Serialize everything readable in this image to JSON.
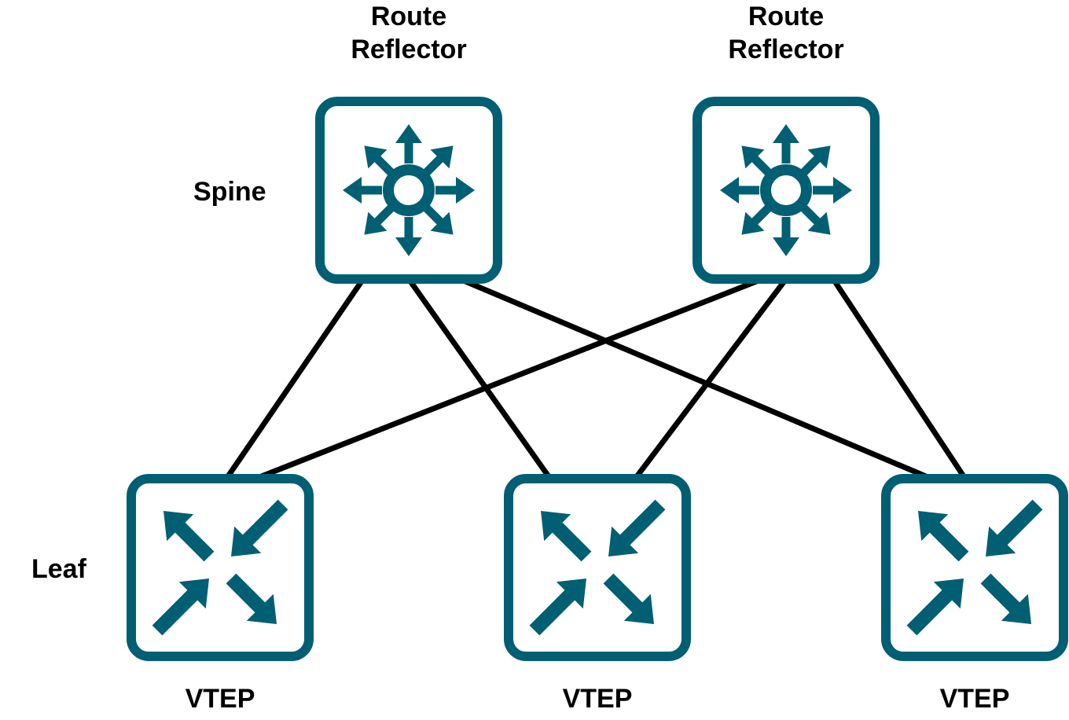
{
  "colors": {
    "device": "#005f73",
    "link": "#000000",
    "device_fill": "#ffffff"
  },
  "labels": {
    "tier_spine": "Spine",
    "tier_leaf": "Leaf"
  },
  "spines": [
    {
      "id": "spine-1",
      "role_line1": "Route",
      "role_line2": "Reflector",
      "icon": "spine-switch-icon"
    },
    {
      "id": "spine-2",
      "role_line1": "Route",
      "role_line2": "Reflector",
      "icon": "spine-switch-icon"
    }
  ],
  "leaves": [
    {
      "id": "leaf-1",
      "label": "VTEP",
      "icon": "leaf-switch-icon"
    },
    {
      "id": "leaf-2",
      "label": "VTEP",
      "icon": "leaf-switch-icon"
    },
    {
      "id": "leaf-3",
      "label": "VTEP",
      "icon": "leaf-switch-icon"
    }
  ],
  "links": [
    {
      "from": "spine-1",
      "to": "leaf-1"
    },
    {
      "from": "spine-1",
      "to": "leaf-2"
    },
    {
      "from": "spine-1",
      "to": "leaf-3"
    },
    {
      "from": "spine-2",
      "to": "leaf-1"
    },
    {
      "from": "spine-2",
      "to": "leaf-2"
    },
    {
      "from": "spine-2",
      "to": "leaf-3"
    }
  ]
}
